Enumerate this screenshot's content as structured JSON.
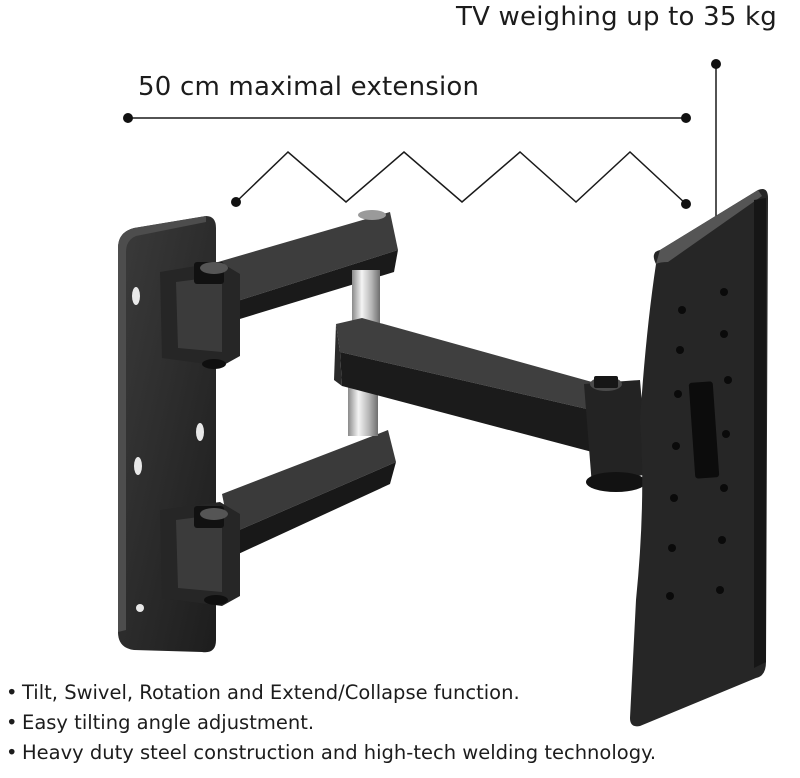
{
  "image": {
    "subject": "tv-wall-mount",
    "colors": {
      "steel": "#2b2b2b",
      "steel_dark": "#151515",
      "steel_light": "#4a4a4a",
      "chrome": "#c8c8c8",
      "line": "#1a1a1a"
    }
  },
  "labels": {
    "max_weight": "TV weighing up to 35 kg",
    "max_extension": "50 cm maximal extension"
  },
  "features": [
    "Tilt, Swivel, Rotation and Extend/Collapse function.",
    "Easy tilting angle adjustment.",
    "Heavy duty steel construction and high-tech welding technology."
  ]
}
